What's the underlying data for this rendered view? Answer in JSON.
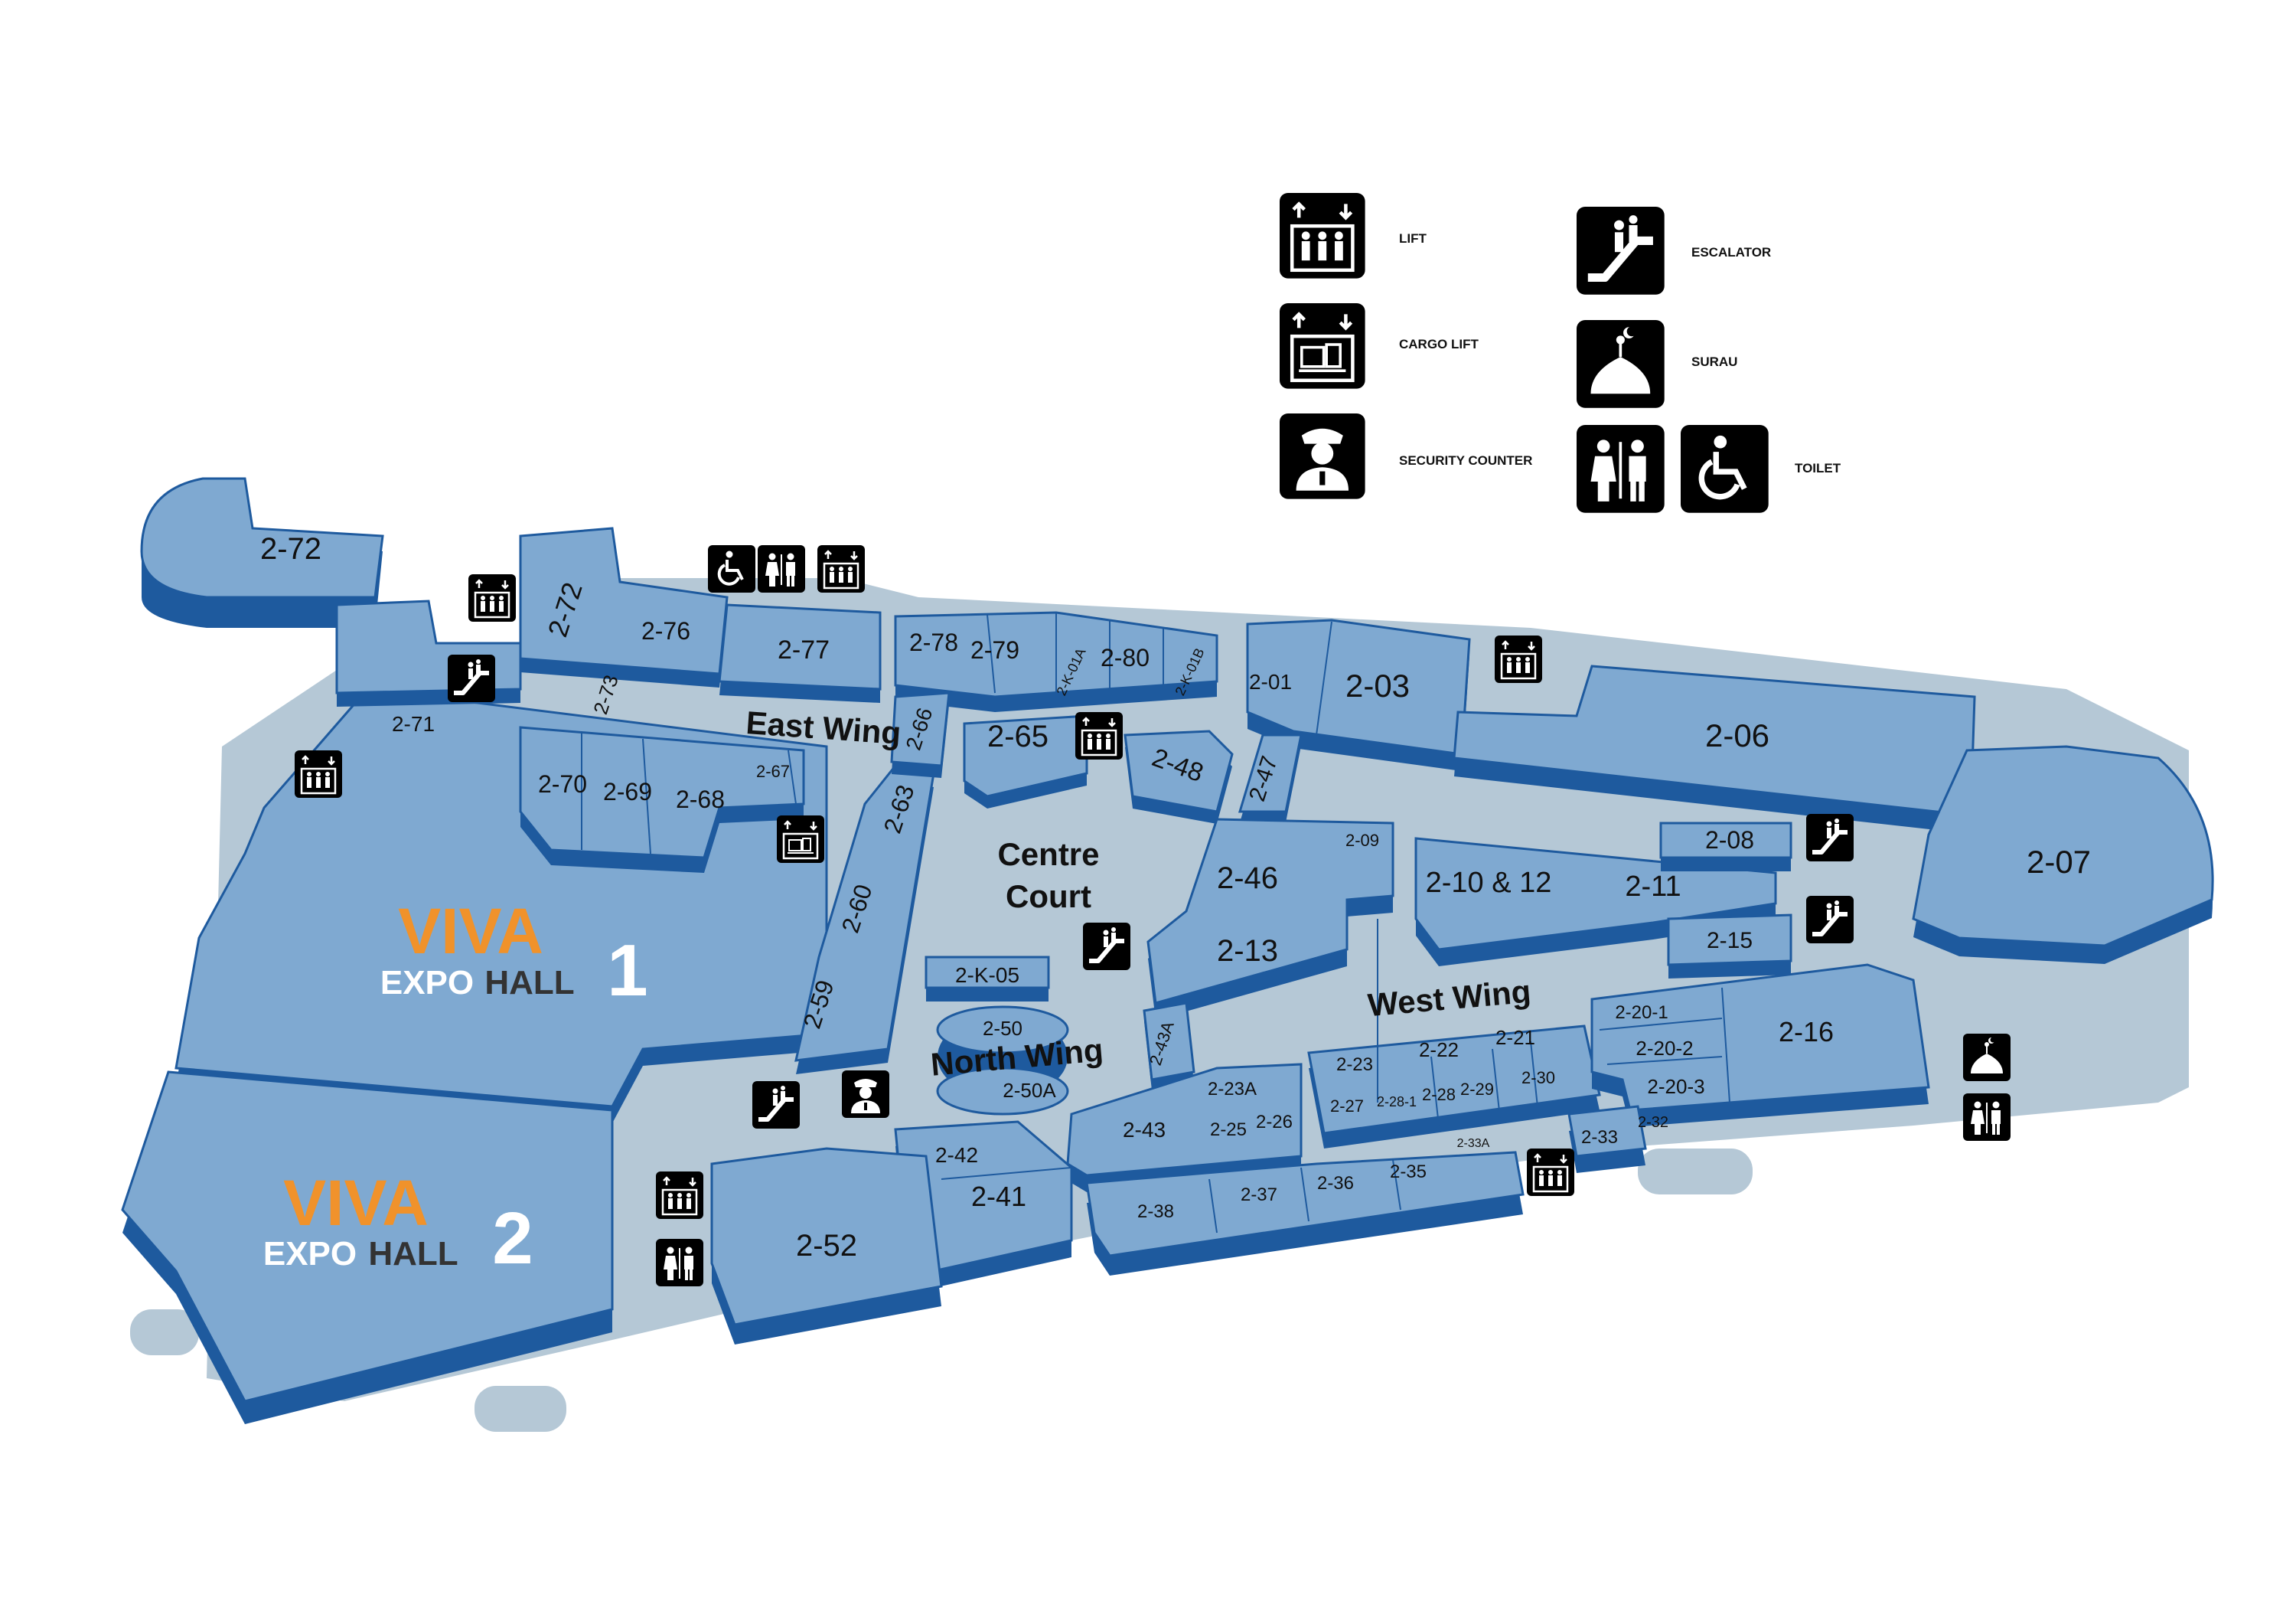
{
  "legend": {
    "lift": "LIFT",
    "cargo_lift": "CARGO LIFT",
    "security_counter": "SECURITY COUNTER",
    "escalator": "ESCALATOR",
    "surau": "SURAU",
    "toilet": "TOILET"
  },
  "zones": {
    "east_wing": "East Wing",
    "centre_court_1": "Centre",
    "centre_court_2": "Court",
    "north_wing": "North Wing",
    "west_wing": "West Wing"
  },
  "halls": {
    "hall1": {
      "brand_top": "VIVA",
      "brand_bottom_1": "EXPO",
      "brand_bottom_2": "HALL",
      "number": "1"
    },
    "hall2": {
      "brand_top": "VIVA",
      "brand_bottom_1": "EXPO",
      "brand_bottom_2": "HALL",
      "number": "2"
    }
  },
  "units": {
    "u2_72a": "2-72",
    "u2_72b": "2-72",
    "u2_76": "2-76",
    "u2_77": "2-77",
    "u2_78": "2-78",
    "u2_79": "2-79",
    "u2_k01a": "2-K-01A",
    "u2_80": "2-80",
    "u2_k01b": "2-K-01B",
    "u2_01": "2-01",
    "u2_03": "2-03",
    "u2_06": "2-06",
    "u2_07": "2-07",
    "u2_71": "2-71",
    "u2_73": "2-73",
    "u2_66": "2-66",
    "u2_65": "2-65",
    "u2_48": "2-48",
    "u2_47": "2-47",
    "u2_70": "2-70",
    "u2_69": "2-69",
    "u2_68": "2-68",
    "u2_67": "2-67",
    "u2_63": "2-63",
    "u2_60": "2-60",
    "u2_59": "2-59",
    "u2_46": "2-46",
    "u2_09": "2-09",
    "u2_10": "2-10 & 12",
    "u2_11": "2-11",
    "u2_08": "2-08",
    "u2_15": "2-15",
    "u2_13": "2-13",
    "u2_k05": "2-K-05",
    "u2_50": "2-50",
    "u2_50a": "2-50A",
    "u2_43a": "2-43A",
    "u2_23": "2-23",
    "u2_22": "2-22",
    "u2_21": "2-21",
    "u2_20_1": "2-20-1",
    "u2_20_2": "2-20-2",
    "u2_20_3": "2-20-3",
    "u2_16": "2-16",
    "u2_30": "2-30",
    "u2_29": "2-29",
    "u2_28": "2-28",
    "u2_28_1": "2-28-1",
    "u2_27": "2-27",
    "u2_23a": "2-23A",
    "u2_25": "2-25",
    "u2_26": "2-26",
    "u2_43": "2-43",
    "u2_42": "2-42",
    "u2_41": "2-41",
    "u2_52": "2-52",
    "u2_38": "2-38",
    "u2_37": "2-37",
    "u2_36": "2-36",
    "u2_35": "2-35",
    "u2_33a": "2-33A",
    "u2_33": "2-33",
    "u2_32": "2-32"
  },
  "colors": {
    "shop_top": "#7fa9d1",
    "shop_side": "#1e5a9e",
    "floor": "#b5c8d6",
    "viva_orange": "#f0922b",
    "icon_black": "#000000"
  },
  "icons": [
    "lift-icon",
    "cargo-lift-icon",
    "security-icon",
    "escalator-icon",
    "surau-icon",
    "toilet-icon",
    "wheelchair-toilet-icon"
  ]
}
